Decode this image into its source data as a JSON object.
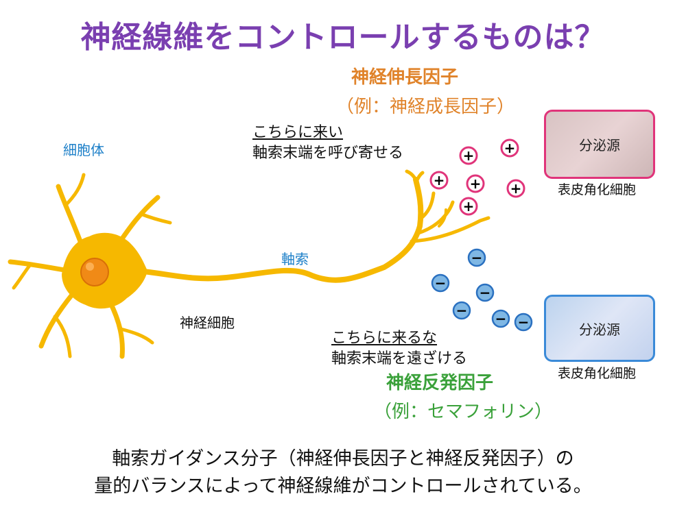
{
  "title": "神経線維をコントロールするものは？",
  "colors": {
    "title": "#7a3fb0",
    "attractive": "#e0832a",
    "repulsive": "#3aa13a",
    "neuron": "#f6b800",
    "nucleus": "#f08a16",
    "plus_ring": "#e0347a",
    "minus_ring": "#2a70c0"
  },
  "labels": {
    "cell_body": "細胞体",
    "axon": "軸索",
    "neuron": "神経細胞"
  },
  "attractive": {
    "name": "神経伸長因子",
    "example": "（例：神経成長因子）",
    "heading": "こちらに来い",
    "description": "軸索末端を呼び寄せる"
  },
  "repulsive": {
    "name": "神経反発因子",
    "example": "（例：セマフォリン）",
    "heading": "こちらに来るな",
    "description": "軸索末端を遠ざける"
  },
  "sources": {
    "top": {
      "label": "分泌源",
      "caption": "表皮角化細胞"
    },
    "bottom": {
      "label": "分泌源",
      "caption": "表皮角化細胞"
    }
  },
  "symbols": {
    "plus": "+",
    "minus": "−"
  },
  "bottom_text": {
    "line1": "軸索ガイダンス分子（神経伸長因子と神経反発因子）の",
    "line2": "量的バランスによって神経線維がコントロールされている。"
  }
}
